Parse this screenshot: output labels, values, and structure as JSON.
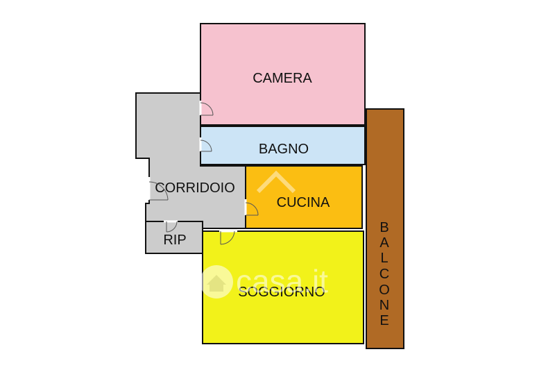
{
  "rooms": {
    "camera": {
      "label": "CAMERA",
      "color": "#F6C2CF"
    },
    "bagno": {
      "label": "BAGNO",
      "color": "#CCE4F6"
    },
    "corridoio": {
      "label": "CORRIDOIO",
      "color": "#CCCCCC"
    },
    "cucina": {
      "label": "CUCINA",
      "color": "#FBBE12"
    },
    "rip": {
      "label": "RIP",
      "color": "#CCCCCC"
    },
    "soggiorno": {
      "label": "SOGGIORNO",
      "color": "#F2F21A"
    },
    "balcone": {
      "label": "BALCONE",
      "letters": [
        "B",
        "A",
        "L",
        "C",
        "O",
        "N",
        "E"
      ],
      "color": "#B06A25"
    }
  },
  "wall_color": "#111111",
  "watermark": {
    "text": "casa.it",
    "icon": "house-icon"
  }
}
